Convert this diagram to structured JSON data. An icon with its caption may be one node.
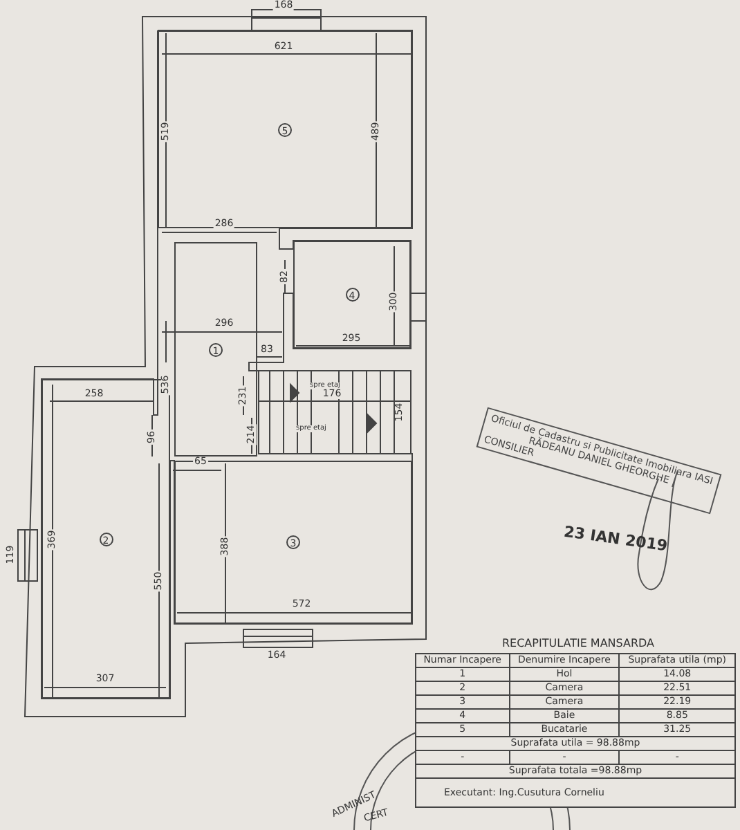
{
  "diagram": {
    "nodes": [
      {
        "text": [
          "5"
        ]
      },
      {
        "text": [
          "4"
        ]
      },
      {
        "text": [
          "1"
        ]
      },
      {
        "text": [
          "2"
        ]
      },
      {
        "text": [
          "3"
        ]
      },
      {
        "text": [
          "Oficiul de Cadastru si Publicitate Imobiliara IASI",
          "RĂDEANU DANIEL GHEORGHE",
          "CONSILIER"
        ],
        "beside": [
          "23 IAN 2019"
        ]
      }
    ],
    "labels": [
      "168",
      "621",
      "519",
      "489",
      "286",
      "82",
      "300",
      "296",
      "295",
      "83",
      "536",
      "258",
      "231",
      "214",
      "spre etaj",
      "176",
      "154",
      "spre etaj",
      "96",
      "65",
      "119",
      "369",
      "388",
      "550",
      "572",
      "164",
      "307",
      "RECAPITULATIE MANSARDA",
      "Numar Incapere",
      "Denumire Incapere",
      "Suprafata utila (mp)",
      "1",
      "Hol",
      "14.08",
      "2",
      "Camera",
      "22.51",
      "3",
      "Camera",
      "22.19",
      "4",
      "Baie",
      "8.85",
      "5",
      "Bucatarie",
      "31.25",
      "Suprafata utila = 98.88mp",
      "-",
      "-",
      "-",
      "Suprafata totala =98.88mp",
      "Executant: Ing.Cusutura Corneliu",
      "ADMINIST",
      "CERT"
    ]
  }
}
